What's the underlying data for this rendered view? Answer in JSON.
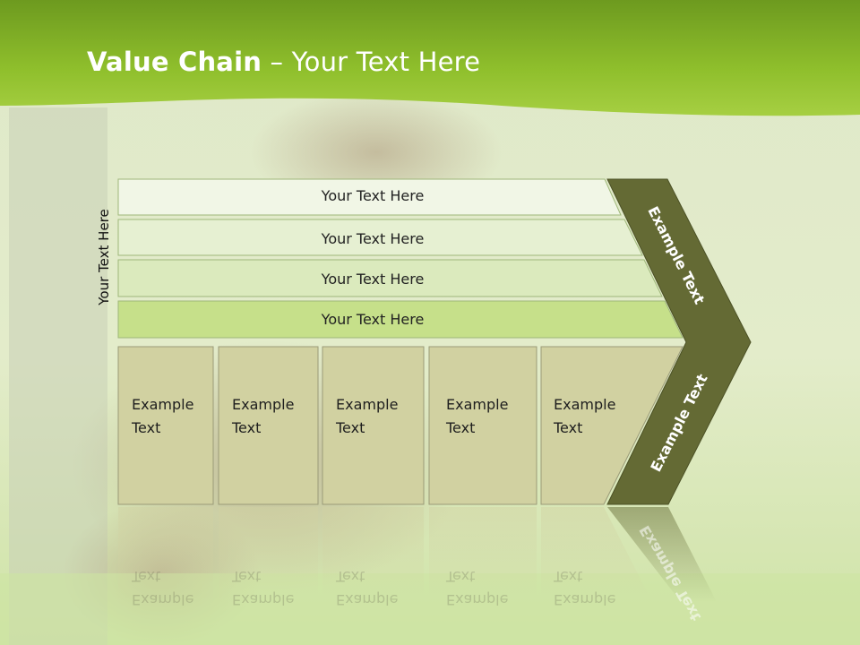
{
  "slide": {
    "title_bold": "Value Chain",
    "title_rest": " – Your Text Here",
    "side_label": "Your Text Here"
  },
  "rows": [
    {
      "label": "Your Text Here"
    },
    {
      "label": "Your Text Here"
    },
    {
      "label": "Your Text Here"
    },
    {
      "label": "Your Text Here"
    }
  ],
  "boxes": [
    {
      "line1": "Example",
      "line2": "Text"
    },
    {
      "line1": "Example",
      "line2": "Text"
    },
    {
      "line1": "Example",
      "line2": "Text"
    },
    {
      "line1": "Example",
      "line2": "Text"
    },
    {
      "line1": "Example",
      "line2": "Text"
    }
  ],
  "chevron": {
    "upper_label": "Example Text",
    "lower_label": "Example Text"
  },
  "colors": {
    "header_green": "#8fbf2c",
    "row_fills": [
      "#f1f6e6",
      "#e6f0d2",
      "#dbeabd",
      "#c6e08a"
    ],
    "box_fill": "#d1d1a1",
    "chevron_fill": "#646a34"
  }
}
